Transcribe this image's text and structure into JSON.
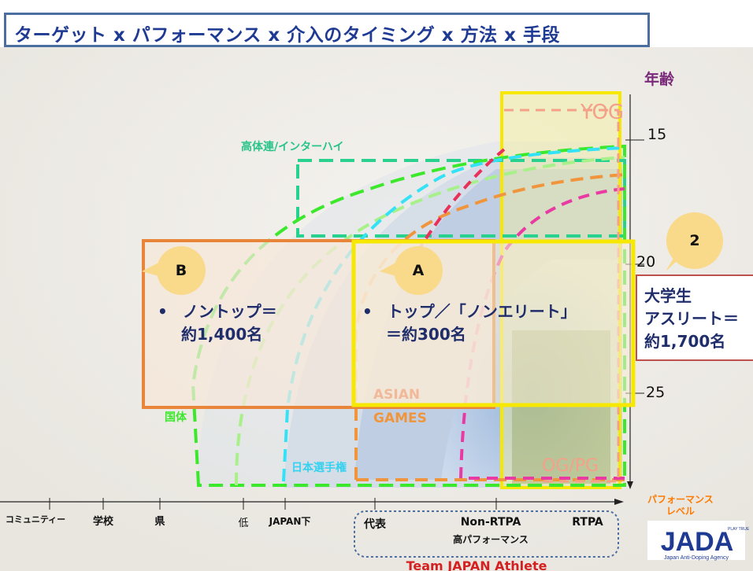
{
  "title": "ターゲット x パフォーマンス x 介入のタイミング x 方法 x 手段",
  "age_axis": {
    "label": "年齢",
    "ticks": [
      "15",
      "20",
      "25"
    ]
  },
  "performance_axis": {
    "label": "パフォーマンス\nレベル",
    "label_line1": "パフォーマンス",
    "label_line2": "レベル",
    "ticks": [
      "コミュニティー",
      "学校",
      "県",
      "低",
      "JAPAN下",
      "代表",
      "Non-RTPA",
      "RTPA"
    ],
    "sub_label": "高パフォーマンス",
    "team_label": "Team JAPAN Athlete"
  },
  "competitions": {
    "yog": "YOG",
    "koutairen": "高体連/インターハイ",
    "kokutai": "国体",
    "nihon_senshuken": "日本選手権",
    "asian_games_1": "ASIAN",
    "asian_games_2": "GAMES",
    "og_pg": "OG/PG"
  },
  "groups": {
    "b": {
      "badge": "B",
      "bullet": "•",
      "line1": "ノントップ＝",
      "line2": "約1,400名"
    },
    "a": {
      "badge": "A",
      "bullet": "•",
      "line1": "トップ／「ノンエリート」",
      "line2": "＝約300名"
    },
    "two": {
      "badge": "2",
      "line1": "大学生",
      "line2": "アスリート＝",
      "line3": "約1,700名"
    }
  },
  "logo": {
    "text": "JADA",
    "small": "PLAY TRUE",
    "caption": "Japan Anti-Doping Agency"
  },
  "colors": {
    "title": "#1f3a93",
    "box_b": "#e8853b",
    "box_a": "#f6e800",
    "kokutai": "#3ce82c",
    "koutairen": "#29d18f",
    "nihon_senshuken": "#35e2f5",
    "asian_games": "#f0953c",
    "og_pg": "#e83aa2"
  }
}
